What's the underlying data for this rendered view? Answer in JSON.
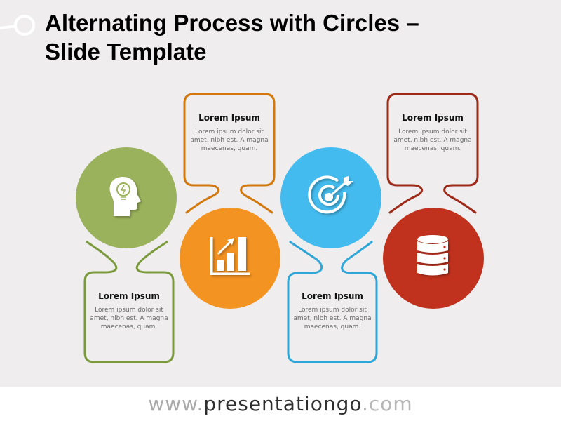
{
  "slide": {
    "title": "Alternating Process with Circles – Slide Template",
    "title_line1": "Alternating Process with Circles –",
    "title_line2": "Slide Template"
  },
  "steps": [
    {
      "title": "Lorem Ipsum",
      "body": "Lorem ipsum dolor sit amet, nibh est. A magna maecenas, quam.",
      "icon": "head-lightbulb-icon",
      "color": "#9bb25c",
      "position": "top-circle-bottom-card"
    },
    {
      "title": "Lorem Ipsum",
      "body": "Lorem ipsum dolor sit amet, nibh est. A magna maecenas, quam.",
      "icon": "bar-chart-growth-icon",
      "color": "#f39322",
      "position": "bottom-circle-top-card"
    },
    {
      "title": "Lorem Ipsum",
      "body": "Lorem ipsum dolor sit amet, nibh est. A magna maecenas, quam.",
      "icon": "target-arrow-icon",
      "color": "#44bbee",
      "position": "top-circle-bottom-card"
    },
    {
      "title": "Lorem Ipsum",
      "body": "Lorem ipsum dolor sit amet, nibh est. A magna maecenas, quam.",
      "icon": "database-icon",
      "color": "#c0321d",
      "position": "bottom-circle-top-card"
    }
  ],
  "colors": {
    "background": "#efedee",
    "green": "#9bb25c",
    "green_outline": "#7a9a3c",
    "orange": "#f39322",
    "orange_outline": "#d2780d",
    "blue": "#44bbee",
    "blue_outline": "#2ea6d8",
    "red": "#c0321d",
    "red_outline": "#9e2a1a"
  },
  "footer": {
    "prefix": "www.",
    "brand": "presentationgo",
    "suffix": ".com"
  }
}
